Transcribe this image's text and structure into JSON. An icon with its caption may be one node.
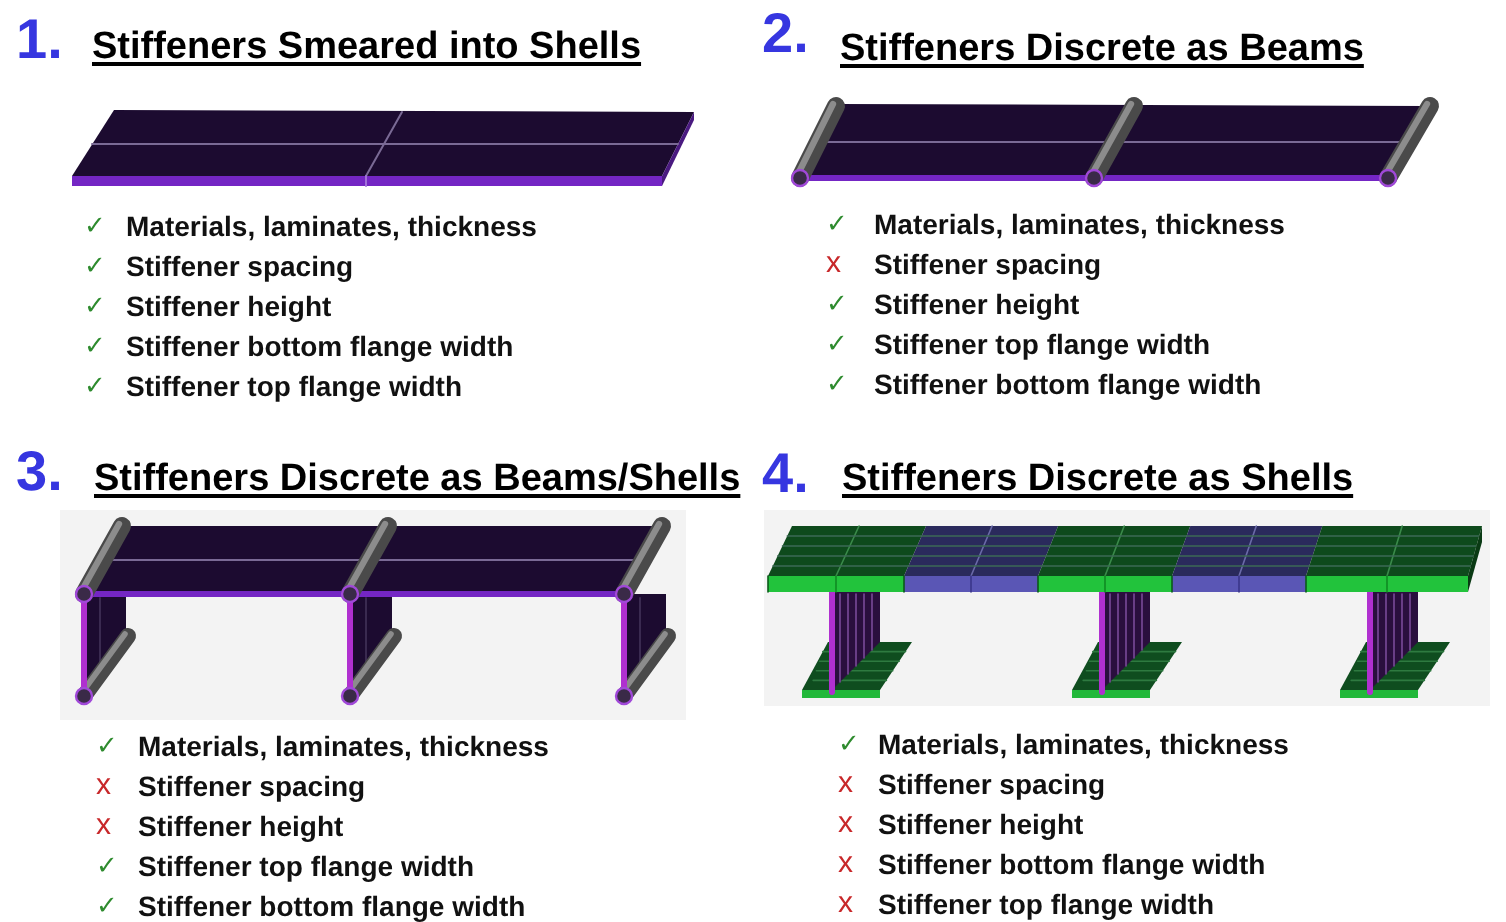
{
  "diagram": {
    "labels": [
      "1.",
      "Stiffeners Smeared into Shells",
      "✓",
      "Materials, laminates, thickness",
      "✓",
      "Stiffener spacing",
      "✓",
      "Stiffener height",
      "✓",
      "Stiffener bottom flange width",
      "✓",
      "Stiffener top flange width",
      "2.",
      "Stiffeners Discrete as Beams",
      "✓",
      "Materials, laminates, thickness",
      "x",
      "Stiffener spacing",
      "✓",
      "Stiffener height",
      "✓",
      "Stiffener top flange width",
      "✓",
      "Stiffener bottom flange width",
      "3.",
      "Stiffeners Discrete as Beams/Shells",
      "✓",
      "Materials, laminates, thickness",
      "x",
      "Stiffener spacing",
      "x",
      "Stiffener height",
      "✓",
      "Stiffener top flange width",
      "✓",
      "Stiffener bottom flange width",
      "4.",
      "Stiffeners Discrete as Shells",
      "✓",
      "Materials, laminates, thickness",
      "x",
      "Stiffener spacing",
      "x",
      "Stiffener height",
      "x",
      "Stiffener bottom flange width",
      "x",
      "Stiffener top flange width"
    ]
  }
}
